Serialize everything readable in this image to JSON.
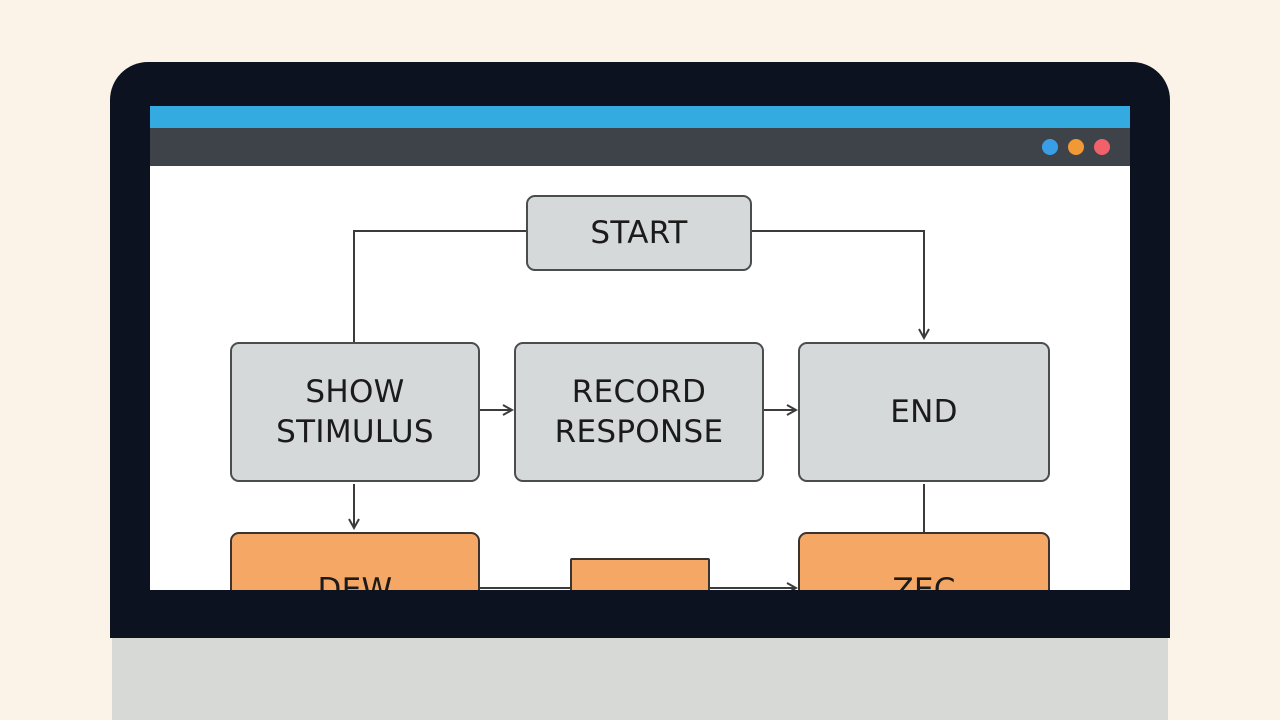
{
  "diagram": {
    "nodes": [
      {
        "id": "start",
        "label": "START"
      },
      {
        "id": "show-stimulus",
        "label": "SHOW\nSTIMULUS"
      },
      {
        "id": "record-response",
        "label": "RECORD\nRESPONSE"
      },
      {
        "id": "end",
        "label": "END"
      },
      {
        "id": "bottom-left",
        "label": "DEW"
      },
      {
        "id": "bottom-middle",
        "label": ""
      },
      {
        "id": "bottom-right",
        "label": "ZEC"
      }
    ]
  },
  "colors": {
    "background": "#fbf3e8",
    "monitor_bezel": "#0c1220",
    "title_strip": "#34abe0",
    "toolbar": "#3d4349",
    "node_fill": "#d6d9d9",
    "node_border": "#4a4d4e",
    "accent_node_fill": "#f5a866",
    "window_dots": [
      "#3a9ee6",
      "#f19a35",
      "#f0616a"
    ]
  }
}
